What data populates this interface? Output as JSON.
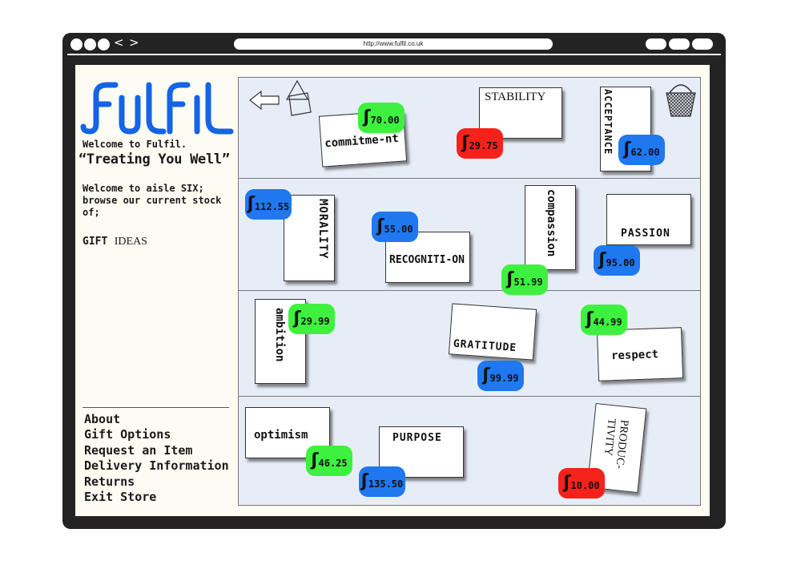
{
  "browser": {
    "url": "http://www.fulfil.co.uk",
    "back_icon": "chevron-left-icon",
    "forward_icon": "chevron-right-icon"
  },
  "sidebar": {
    "logo_text": "FULFIL",
    "welcome": "Welcome to Fulfil.",
    "tagline": "“Treating You Well”",
    "aisle_text": "Welcome to aisle SIX; browse our current stock of;",
    "gift_bold": "GIFT",
    "gift_regular": "IDEAS",
    "menu": [
      "About",
      "Gift Options",
      "Request an Item",
      "Delivery Information",
      "Returns",
      "Exit Store"
    ]
  },
  "shelf_icons": [
    "arrow-left-icon",
    "shapes-icon",
    "basket-icon"
  ],
  "products": [
    {
      "name": "commitme-nt",
      "price": "70.00",
      "tag_color": "#3ef13f"
    },
    {
      "name": "STABILITY",
      "price": "29.75",
      "tag_color": "#f5221c"
    },
    {
      "name": "ACCEPTANCE",
      "price": "62.00",
      "tag_color": "#1f78f0"
    },
    {
      "name": "MORALITY",
      "price": "112.55",
      "tag_color": "#1f78f0"
    },
    {
      "name": "RECOGNITI-ON",
      "price": "55.00",
      "tag_color": "#1f78f0"
    },
    {
      "name": "compassion",
      "price": "51.99",
      "tag_color": "#3ef13f"
    },
    {
      "name": "PASSION",
      "price": "95.00",
      "tag_color": "#1f78f0"
    },
    {
      "name": "ambition",
      "price": "29.99",
      "tag_color": "#3ef13f"
    },
    {
      "name": "GRATITUDE",
      "price": "99.99",
      "tag_color": "#1f78f0"
    },
    {
      "name": "respect",
      "price": "44.99",
      "tag_color": "#3ef13f"
    },
    {
      "name": "optimism",
      "price": "46.25",
      "tag_color": "#3ef13f"
    },
    {
      "name": "PURPOSE",
      "price": "135.50",
      "tag_color": "#1f78f0"
    },
    {
      "name": "PRODUC-TIVITY",
      "price": "10.00",
      "tag_color": "#f5221c"
    }
  ],
  "price_symbol": "ʃ"
}
